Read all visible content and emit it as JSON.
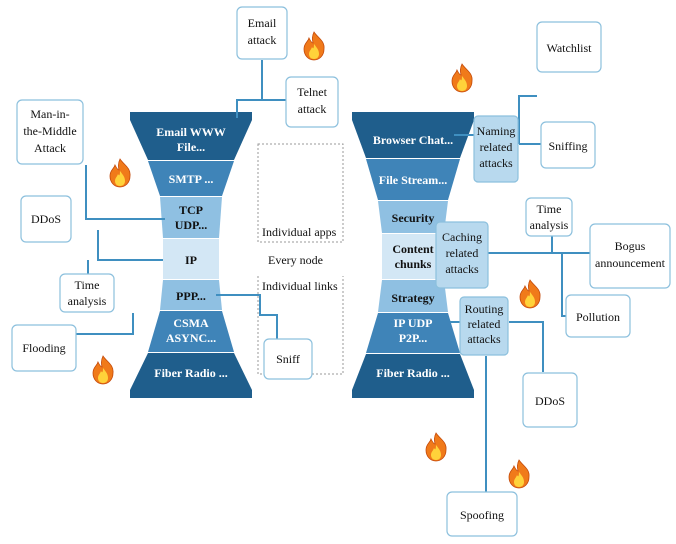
{
  "colors": {
    "dark": "#1f5e8c",
    "mid": "#3f84b8",
    "light": "#8fc0e2",
    "pale": "#d3e7f5",
    "line": "#3f8fc0",
    "box_border": "#8cc0dd",
    "box_fill_plain": "#ffffff",
    "box_fill_tinted": "#b8d9ee",
    "text": "#111111",
    "flame_outer": "#f07a1a",
    "flame_inner": "#ffd23a"
  },
  "left_stack": {
    "layers": [
      [
        "Email WWW",
        "File..."
      ],
      [
        "SMTP  ..."
      ],
      [
        "TCP",
        "UDP..."
      ],
      [
        "IP"
      ],
      [
        "PPP..."
      ],
      [
        "CSMA",
        "ASYNC..."
      ],
      [
        "Fiber Radio ..."
      ]
    ]
  },
  "right_stack": {
    "layers": [
      [
        "Browser Chat..."
      ],
      [
        "File Stream..."
      ],
      [
        "Security"
      ],
      [
        "Content",
        "chunks"
      ],
      [
        "Strategy"
      ],
      [
        "IP UDP",
        "P2P..."
      ],
      [
        "Fiber Radio ..."
      ]
    ]
  },
  "middle_labels": {
    "apps": "Individual apps",
    "node": "Every node",
    "links": "Individual links"
  },
  "attacks_left": {
    "email": [
      "Email",
      "attack"
    ],
    "telnet": [
      "Telnet",
      "attack"
    ],
    "mitm": [
      "Man-in-",
      "the-Middle",
      "Attack"
    ],
    "ddos": [
      "DDoS"
    ],
    "time": [
      "Time",
      "analysis"
    ],
    "flooding": [
      "Flooding"
    ],
    "sniff": [
      "Sniff"
    ]
  },
  "attacks_right": {
    "naming": [
      "Naming",
      "related",
      "attacks"
    ],
    "watchlist": [
      "Watchlist"
    ],
    "sniffing": [
      "Sniffing"
    ],
    "caching": [
      "Caching",
      "related",
      "attacks"
    ],
    "time": [
      "Time",
      "analysis"
    ],
    "bogus": [
      "Bogus",
      "announcement"
    ],
    "pollution": [
      "Pollution"
    ],
    "routing": [
      "Routing",
      "related",
      "attacks"
    ],
    "ddos": [
      "DDoS"
    ],
    "spoofing": [
      "Spoofing"
    ]
  },
  "flame_icon": "fire-icon"
}
